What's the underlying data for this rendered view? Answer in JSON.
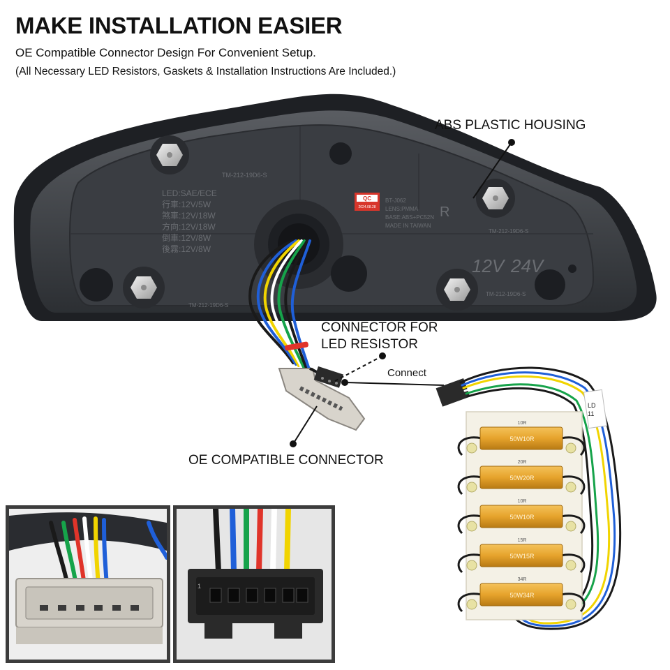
{
  "header": {
    "title": "MAKE INSTALLATION EASIER",
    "subtitle": "OE Compatible Connector Design For Convenient Setup.",
    "note": "(All Necessary LED Resistors, Gaskets & Installation Instructions Are Included.)"
  },
  "callouts": {
    "housing": "ABS PLASTIC HOUSING",
    "resistor_connector_line1": "CONNECTOR FOR",
    "resistor_connector_line2": "LED RESISTOR",
    "connect": "Connect",
    "oe_connector": "OE COMPATIBLE CONNECTOR"
  },
  "housing_marks": {
    "part_top": "TM-212-19D6-S",
    "led_spec": [
      "LED:SAE/ECE",
      "行車:12V/5W",
      "煞車:12V/18W",
      "方向:12V/18W",
      "倒車:12V/8W",
      "後霧:12V/8W"
    ],
    "qc": "QC",
    "qc_date": "2024.08.28",
    "material": [
      "BT-J062",
      "LENS:PMMA",
      "BASE:ABS+PC52N",
      "MADE IN TAIWAN"
    ],
    "side": "R",
    "part_right": "TM-212-19D6-S",
    "voltage": "12V",
    "volt_alt": "24V",
    "part_bottom": "TM-212-19D6-S",
    "part_left": "TM-212-19D6-S"
  },
  "resistor_board": {
    "tag": [
      "LD",
      "11"
    ],
    "resistors": [
      {
        "top": "10R",
        "label": "50W10R"
      },
      {
        "top": "20R",
        "label": "50W20R"
      },
      {
        "top": "10R",
        "label": "50W10R"
      },
      {
        "top": "15R",
        "label": "50W15R"
      },
      {
        "top": "34R",
        "label": "50W34R"
      }
    ]
  },
  "insets": {
    "female_pin_label": "1"
  },
  "colors": {
    "housing": "#3a3d42",
    "housing_rim": "#1e2024",
    "resistor_gold": "#e6a32c",
    "connector_grey": "#d8d4cc",
    "connector_black": "#2a2a2a"
  }
}
